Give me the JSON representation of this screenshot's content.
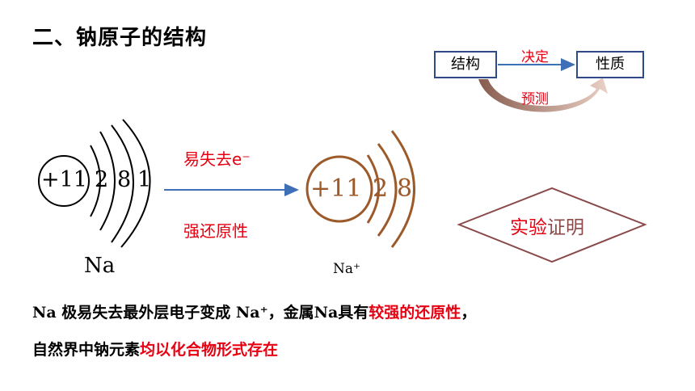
{
  "title": "二、钠原子的结构",
  "relation": {
    "structure": "结构",
    "property": "性质",
    "decides": "决定",
    "predicts": "预测"
  },
  "na_atom": {
    "nucleus": "+11",
    "shells": [
      "2",
      "8",
      "1"
    ],
    "symbol": "Na"
  },
  "na_ion": {
    "nucleus": "+11",
    "shells": [
      "2",
      "8"
    ],
    "symbol": "Na⁺"
  },
  "arrow": {
    "top_label": "易失去e⁻",
    "bottom_label": "强还原性"
  },
  "diamond": {
    "part_a": "实验",
    "part_b": "证明"
  },
  "line1": {
    "p1": "Na 极易失去最外层电子变成 Na⁺，金属Na具有",
    "p2": "较强的还原性",
    "p3": "，"
  },
  "line2": {
    "p1": "自然界中钠元素",
    "p2": "均以化合物形式存在"
  },
  "colors": {
    "emphasis": "#e60012",
    "ion_brown": "#9c5a2a",
    "box_border": "#2e4a8a",
    "arrow_blue": "#3f6fb6"
  }
}
